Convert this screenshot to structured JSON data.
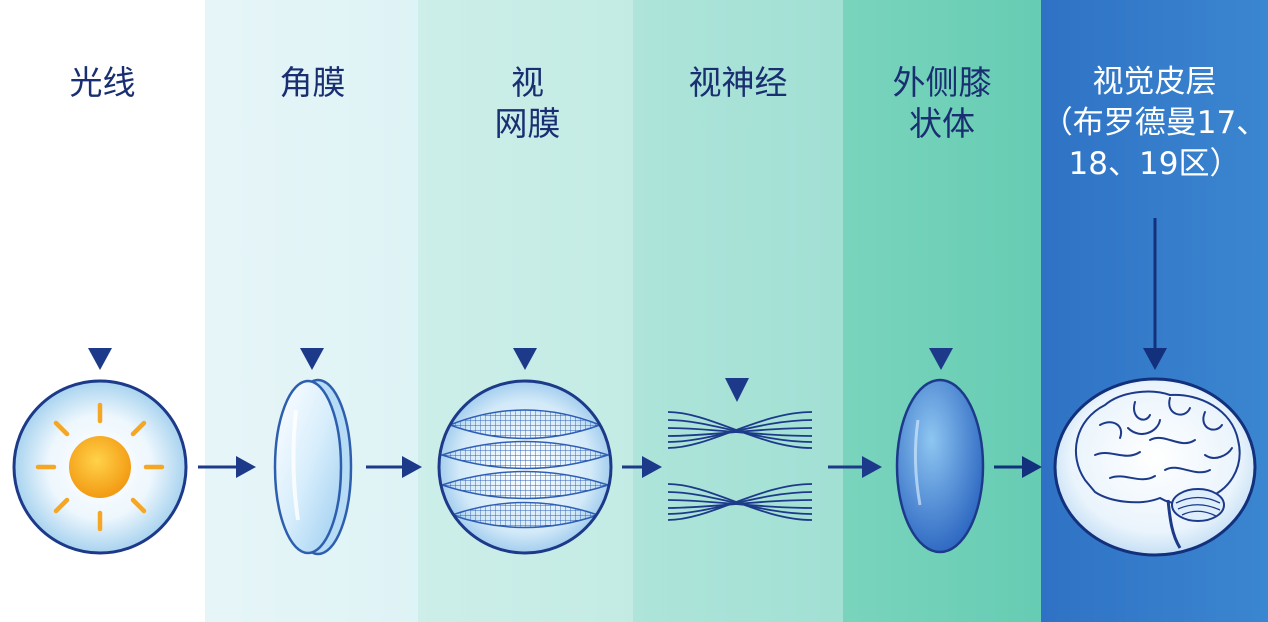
{
  "stages": [
    {
      "id": "light",
      "lines": [
        "光线"
      ]
    },
    {
      "id": "cornea",
      "lines": [
        "角膜"
      ]
    },
    {
      "id": "retina",
      "lines": [
        "视",
        "网膜"
      ]
    },
    {
      "id": "optic-nerve",
      "lines": [
        "视神经"
      ]
    },
    {
      "id": "lgn",
      "lines": [
        "外侧膝",
        "状体"
      ]
    },
    {
      "id": "visual-cortex",
      "lines": [
        "视觉皮层",
        "（布罗德曼17、",
        "18、19区）"
      ]
    }
  ],
  "colors": {
    "label": "#1a2f72",
    "arrow": "#1d3a8a",
    "panel_1": "#ffffff",
    "panel_2": "#e3f3f7",
    "panel_3": "#c7ebe6",
    "panel_4": "#a9e2d9",
    "panel_5": "#6fcfb8",
    "panel_6": "#3479c9"
  }
}
